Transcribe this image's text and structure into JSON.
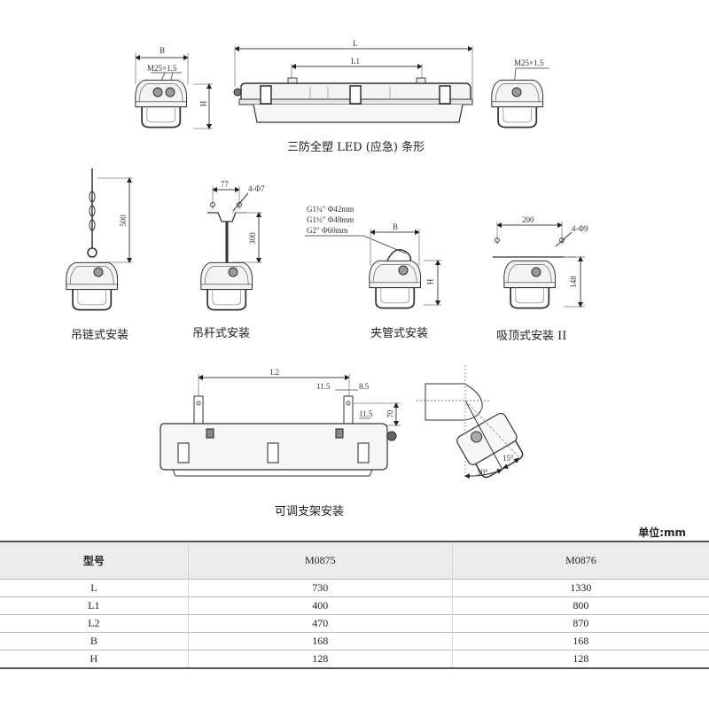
{
  "drawings": {
    "front_view": {
      "dim_B": "B",
      "dim_H": "H",
      "thread_label": "M25×1.5"
    },
    "side_view": {
      "dim_L": "L",
      "dim_L1": "L1",
      "caption": "三防全塑 LED (应急) 条形"
    },
    "end_view_right": {
      "thread_label": "M25×1.5"
    },
    "chain_mount": {
      "dim_height": "500",
      "caption": "吊链式安装"
    },
    "rod_mount": {
      "dim_spacing": "77",
      "hole_label": "4-Φ7",
      "dim_height": "300",
      "caption": "吊杆式安装"
    },
    "pipe_clamp_mount": {
      "pipe_sizes": [
        "G1¼″  Φ42mm",
        "G1½″  Φ48mm",
        "G2″ Φ60mm"
      ],
      "dim_B": "B",
      "dim_H": "H",
      "caption": "夹管式安装"
    },
    "ceiling_mount": {
      "dim_spacing": "200",
      "hole_label": "4-Φ9",
      "dim_height": "148",
      "caption": "吸顶式安装 II"
    },
    "adjustable_bracket": {
      "dim_L2": "L2",
      "dim_11_5_a": "11.5",
      "dim_8_5": "8.5",
      "dim_11_5_b": "11.5",
      "dim_70": "70",
      "angle_30": "30°",
      "angle_15": "15°",
      "caption": "可调支架安装"
    }
  },
  "table": {
    "unit_label": "单位:mm",
    "headers": [
      "型号",
      "M0875",
      "M0876"
    ],
    "rows": [
      [
        "L",
        "730",
        "1330"
      ],
      [
        "L1",
        "400",
        "800"
      ],
      [
        "L2",
        "470",
        "870"
      ],
      [
        "B",
        "168",
        "168"
      ],
      [
        "H",
        "128",
        "128"
      ]
    ]
  }
}
